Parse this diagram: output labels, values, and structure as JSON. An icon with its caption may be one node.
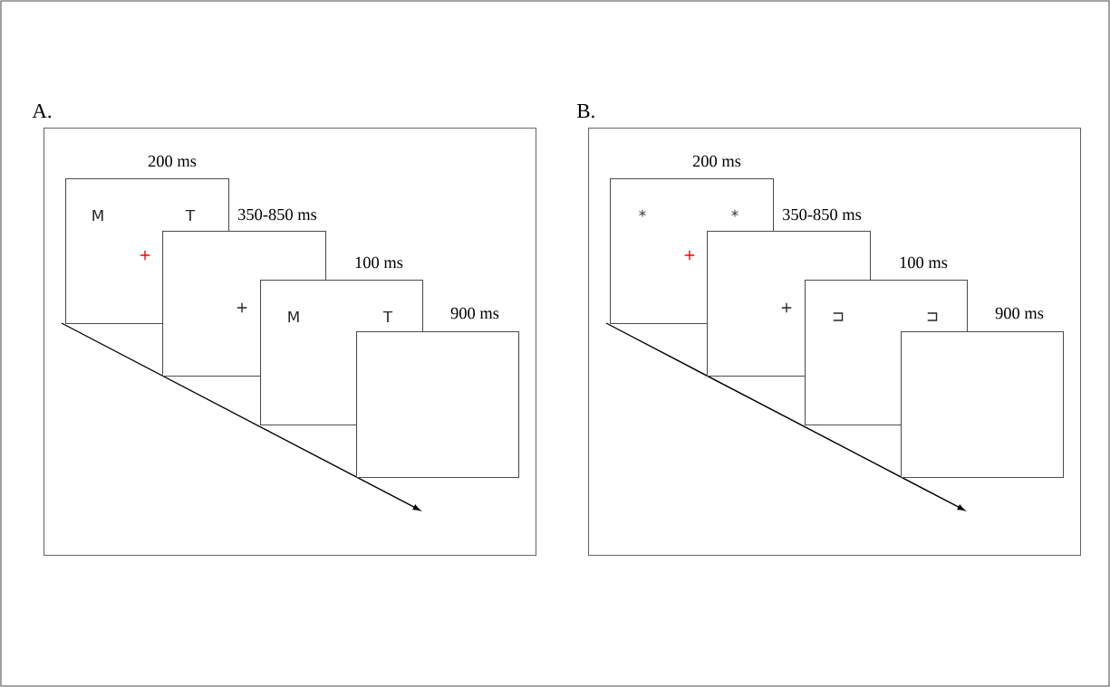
{
  "diagram": {
    "nodes": [
      {
        "text": [
          "A."
        ]
      },
      {
        "text": [
          "M",
          "T",
          "+"
        ],
        "beside": [
          "200 ms"
        ],
        "in": 0
      },
      {
        "text": [
          "+"
        ],
        "beside": [
          "350-850 ms"
        ],
        "in": 0
      },
      {
        "text": [
          "M",
          "T"
        ],
        "beside": [
          "100 ms"
        ],
        "in": 0
      },
      {
        "text": [],
        "shape": "box",
        "beside": [
          "900 ms"
        ],
        "in": 0
      },
      {
        "text": [
          "B."
        ]
      },
      {
        "text": [
          "*",
          "*",
          "+"
        ],
        "beside": [
          "200 ms"
        ],
        "in": 5
      },
      {
        "text": [
          "+"
        ],
        "beside": [
          "350-850 ms"
        ],
        "in": 5
      },
      {
        "text": [
          "⊐",
          "⊐"
        ],
        "beside": [
          "100 ms"
        ],
        "in": 5
      },
      {
        "text": [],
        "shape": "box",
        "beside": [
          "900 ms"
        ],
        "in": 5
      }
    ]
  }
}
